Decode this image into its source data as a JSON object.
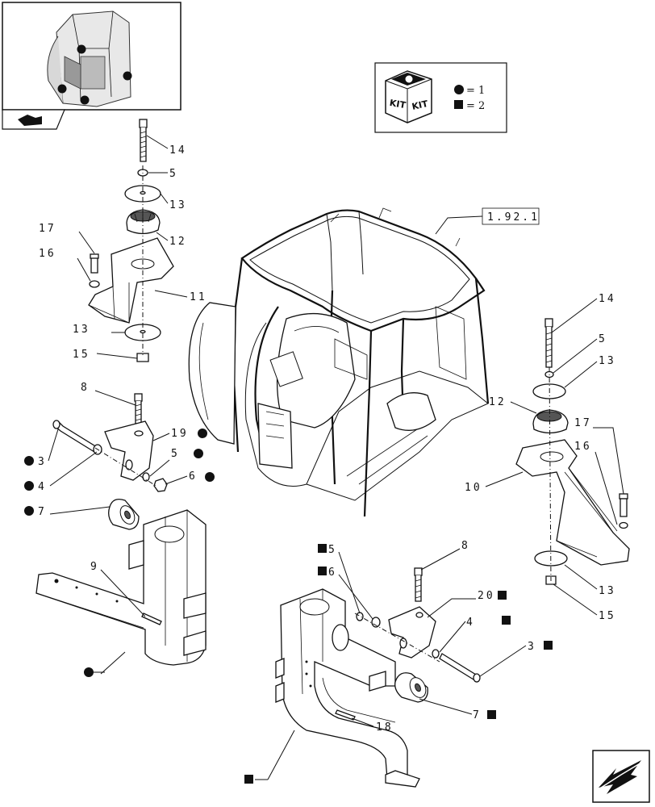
{
  "legend": {
    "kit_label_1": "KIT",
    "kit_label_2": "KIT",
    "entry_1_value": "= 1",
    "entry_2_value": "= 2"
  },
  "reference_box": "1.92.1",
  "labels": {
    "l14a": "14",
    "l5a": "5",
    "l13a": "13",
    "l12a": "12",
    "l17a": "17",
    "l16a": "16",
    "l11": "11",
    "l13b": "13",
    "l15a": "15",
    "l8a": "8",
    "l19": "19",
    "l3a": "3",
    "l4a": "4",
    "l5b": "5",
    "l6a": "6",
    "l7a": "7",
    "l9": "9",
    "l14b": "14",
    "l5c": "5",
    "l13c": "13",
    "l12b": "12",
    "l17b": "17",
    "l16b": "16",
    "l10": "10",
    "l13d": "13",
    "l15b": "15",
    "l5d": "5",
    "l6b": "6",
    "l8b": "8",
    "l20": "20",
    "l4b": "4",
    "l3b": "3",
    "l7b": "7",
    "l18": "18"
  },
  "icons": {
    "legend_circle": "filled-circle",
    "legend_square": "filled-square",
    "nav_arrow": "arrow-bottom-left",
    "corner_tab": "tractor-icon"
  }
}
